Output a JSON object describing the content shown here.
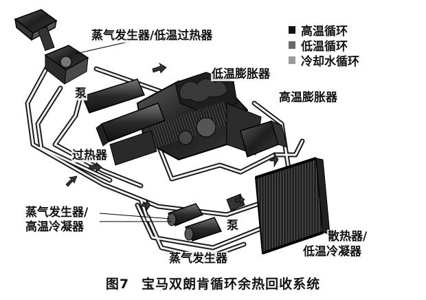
{
  "legend": {
    "items": [
      {
        "label": "高温循环",
        "color": "#111111"
      },
      {
        "label": "低温循环",
        "color": "#6a6a6a"
      },
      {
        "label": "冷却水循环",
        "color": "#9a9a9a"
      }
    ]
  },
  "labels": {
    "steam_gen_low_superheater": "蒸气发生器/低温过热器",
    "pump_top": "泵",
    "low_temp_expander": "低温膨胀器",
    "high_temp_expander": "高温膨胀器",
    "superheater": "过热器",
    "steam_gen_high_condenser_1": "蒸气发生器/",
    "steam_gen_high_condenser_2": "高温冷凝器",
    "pump_bottom": "泵",
    "radiator_low_condenser_1": "散热器/",
    "radiator_low_condenser_2": "低温冷凝器",
    "steam_gen_bottom": "蒸气发生器"
  },
  "caption": {
    "figure_number": "图7",
    "title": "宝马双朗肯循环余热回收系统"
  }
}
